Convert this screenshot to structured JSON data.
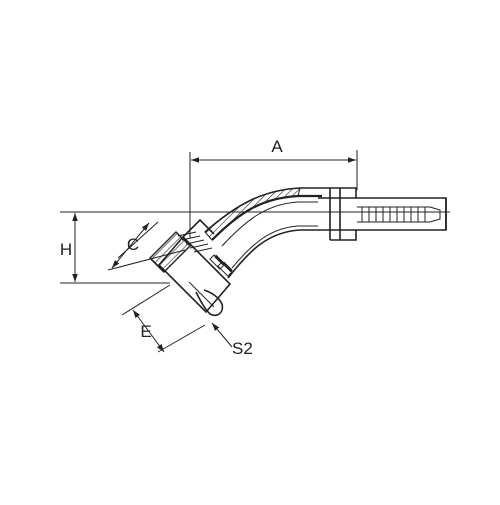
{
  "diagram": {
    "dimension_labels": {
      "a": "A",
      "h": "H",
      "c": "C",
      "e": "E",
      "s2": "S2"
    },
    "colors": {
      "line": "#222222",
      "background": "#ffffff"
    }
  }
}
